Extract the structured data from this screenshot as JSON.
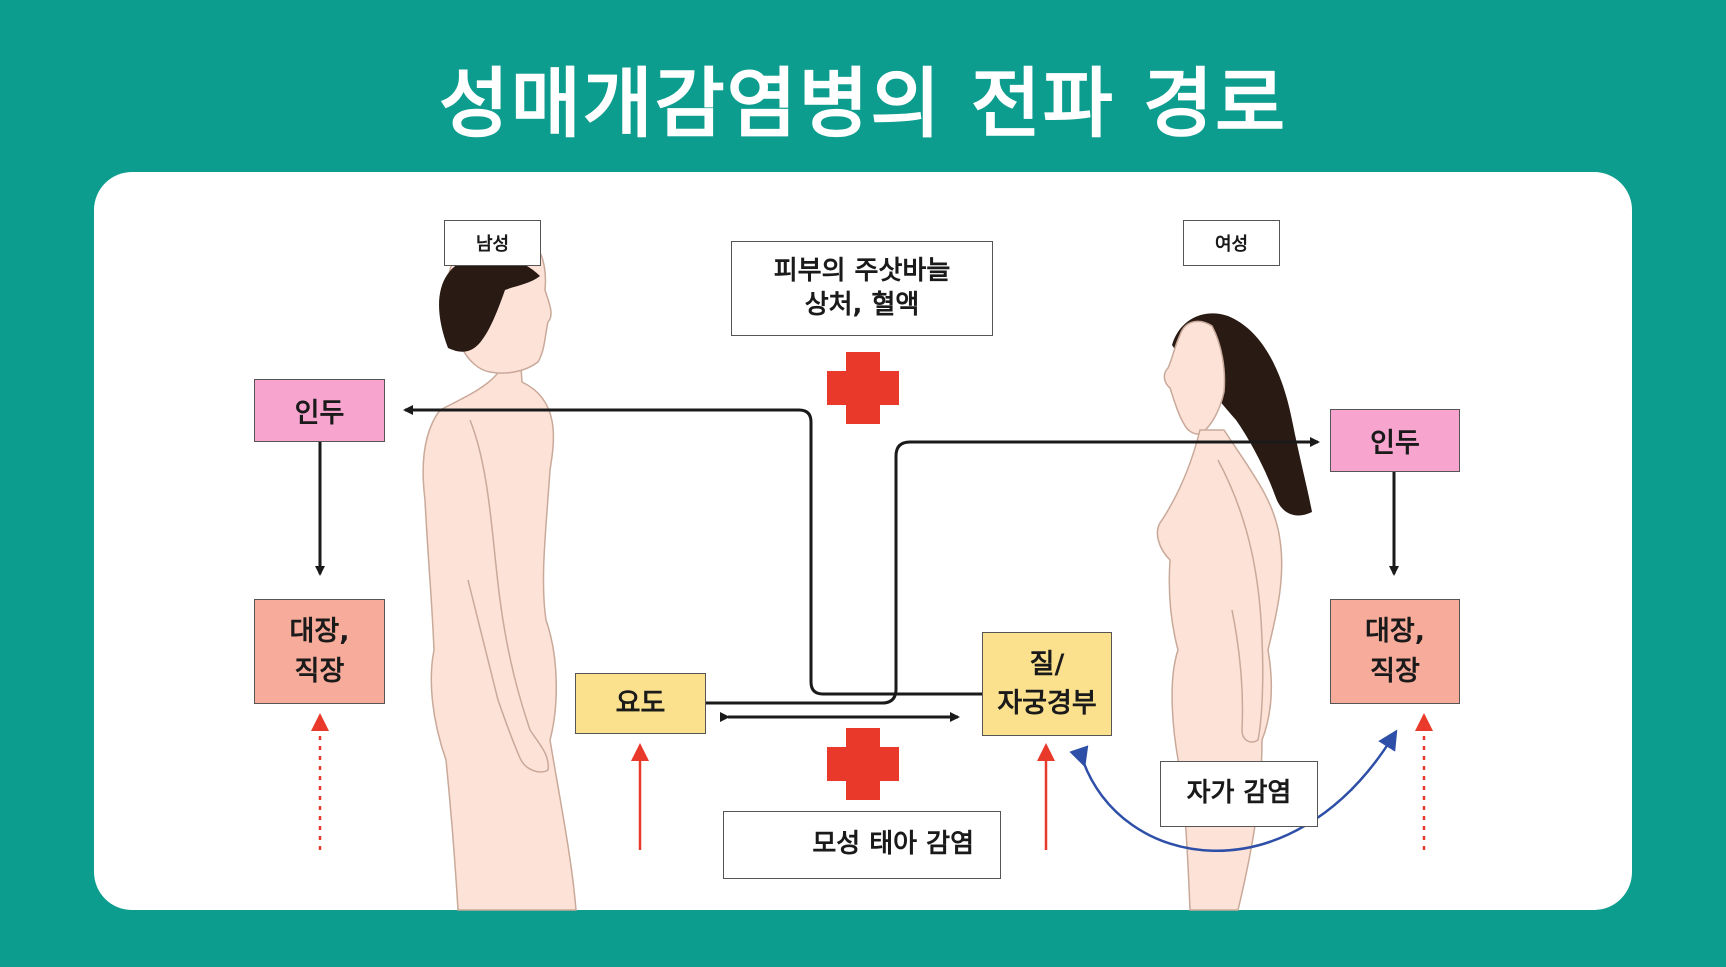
{
  "title": "성매개감염병의 전파 경로",
  "labels": {
    "male": "남성",
    "female": "여성"
  },
  "skin_box": "피부의 주삿바늘\n상처, 혈액",
  "male_nodes": {
    "pharynx": "인두",
    "rectum": "대장,\n직장",
    "urethra": "요도"
  },
  "female_nodes": {
    "pharynx": "인두",
    "rectum": "대장,\n직장",
    "vagina": "질/\n자궁경부"
  },
  "self_infection": "자가 감염",
  "maternal": "모성 태아 감염",
  "colors": {
    "background": "#0c9d8e",
    "pink_box": "#f7a5cf",
    "salmon_box": "#f7ab9b",
    "yellow_box": "#fbe18e",
    "red_cross": "#e8392b",
    "blue_arrow": "#2e4fa8",
    "skin": "#fde2d8",
    "hair": "#2a1a14"
  },
  "icons": [
    "red-cross-icon",
    "baby-icon"
  ]
}
